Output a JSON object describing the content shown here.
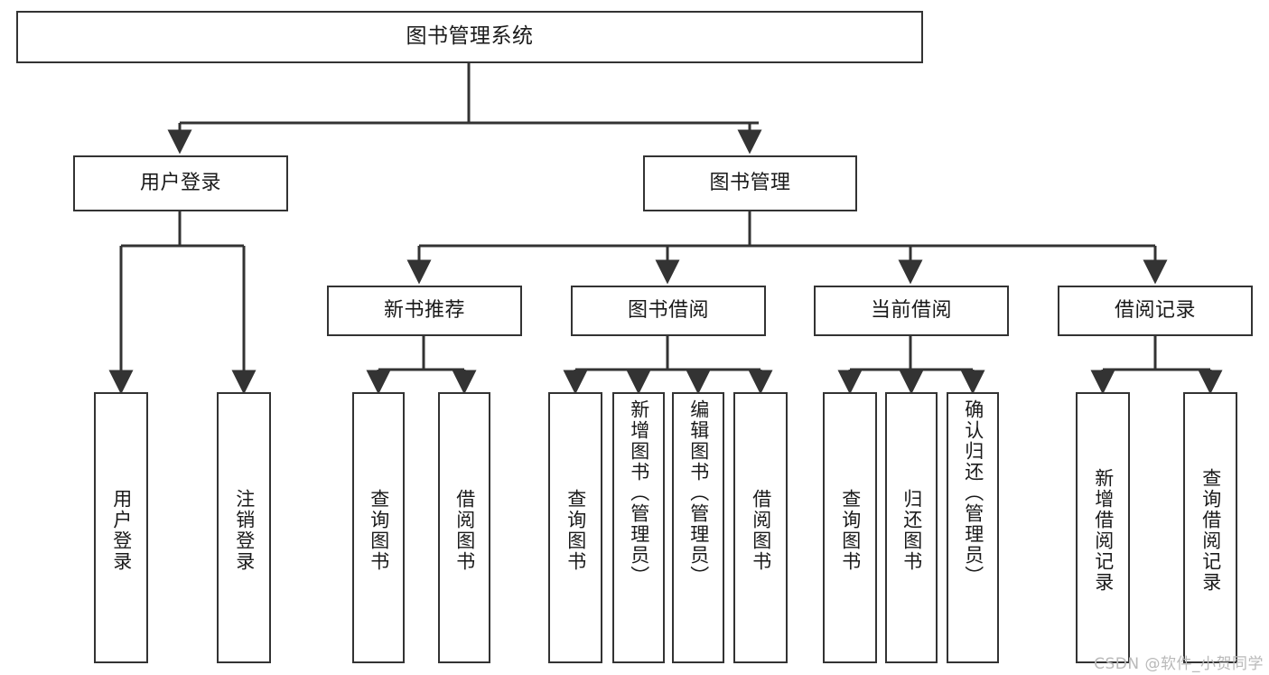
{
  "diagram": {
    "title": "图书管理系统",
    "type": "tree",
    "root": {
      "label": "图书管理系统"
    },
    "level1": [
      {
        "label": "用户登录"
      },
      {
        "label": "图书管理"
      }
    ],
    "level2": [
      {
        "label": "新书推荐",
        "parent": "图书管理"
      },
      {
        "label": "图书借阅",
        "parent": "图书管理"
      },
      {
        "label": "当前借阅",
        "parent": "图书管理"
      },
      {
        "label": "借阅记录",
        "parent": "图书管理"
      }
    ],
    "leaves": {
      "user_login": [
        {
          "label": "用户登录"
        },
        {
          "label": "注销登录"
        }
      ],
      "new_book": [
        {
          "label": "查询图书"
        },
        {
          "label": "借阅图书"
        }
      ],
      "borrow": [
        {
          "label": "查询图书"
        },
        {
          "label": "新增图书（管理员）"
        },
        {
          "label": "编辑图书（管理员）"
        },
        {
          "label": "借阅图书"
        }
      ],
      "current": [
        {
          "label": "查询图书"
        },
        {
          "label": "归还图书"
        },
        {
          "label": "确认归还（管理员）"
        }
      ],
      "records": [
        {
          "label": "新增借阅记录"
        },
        {
          "label": "查询借阅记录"
        }
      ]
    }
  },
  "watermark": {
    "text": "CSDN @软件_小贺同学"
  },
  "colors": {
    "stroke": "#333333",
    "fill": "#ffffff",
    "text": "#1a1a1a",
    "watermark": "#b9b9b9"
  }
}
